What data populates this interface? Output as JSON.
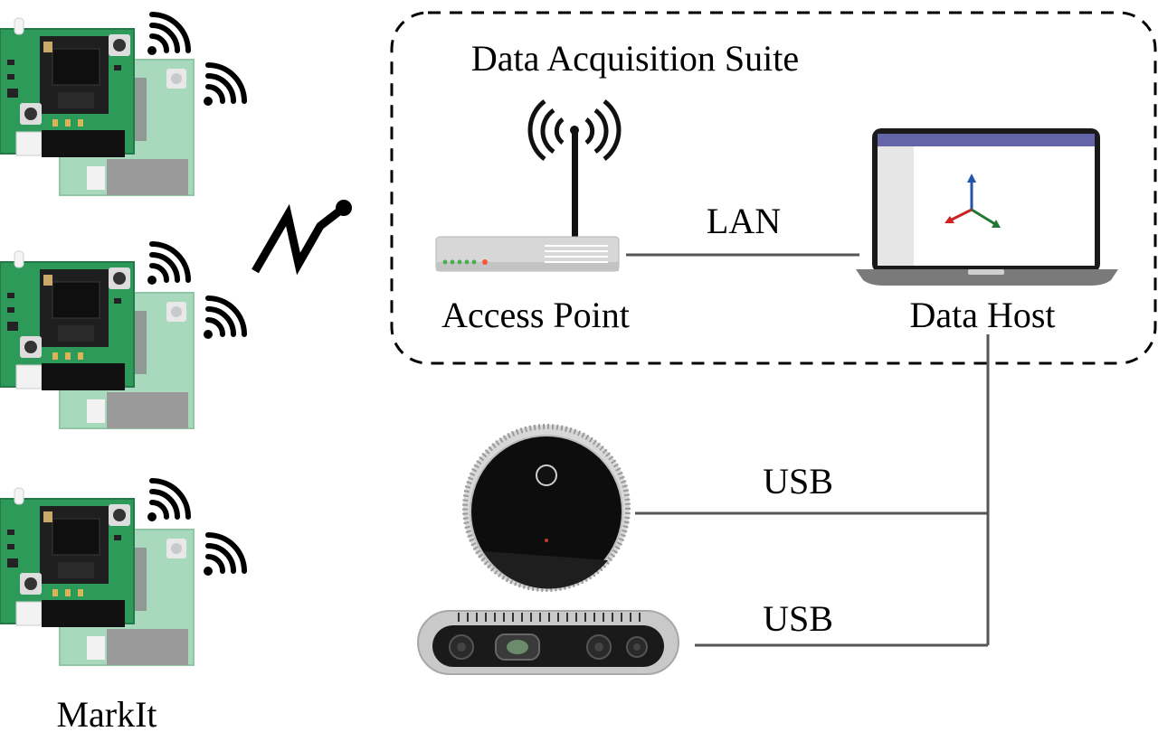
{
  "suite": {
    "title": "Data Acquisition Suite"
  },
  "access_point": {
    "label": "Access Point"
  },
  "data_host": {
    "label": "Data Host"
  },
  "links": {
    "lan": "LAN",
    "usb_camera_round": "USB",
    "usb_camera_bar": "USB"
  },
  "markit": {
    "label": "MarkIt",
    "device_count": 3
  },
  "colors": {
    "pcb_front": "#2d9a5a",
    "pcb_back": "#a9d9bc",
    "chip": "#1f1f1f",
    "router_body": "#d7d7d7",
    "laptop_title_bar": "#6464a8",
    "axis_x": "#cc2222",
    "axis_y": "#2255aa",
    "axis_z": "#227733",
    "line": "#555555"
  },
  "icons": {
    "wireless": "wifi-signal-icon",
    "radio_link": "radio-link-icon",
    "router": "access-point-router-icon",
    "laptop": "laptop-icon",
    "camera_round": "round-depth-camera-icon",
    "camera_bar": "stereo-depth-camera-icon"
  }
}
